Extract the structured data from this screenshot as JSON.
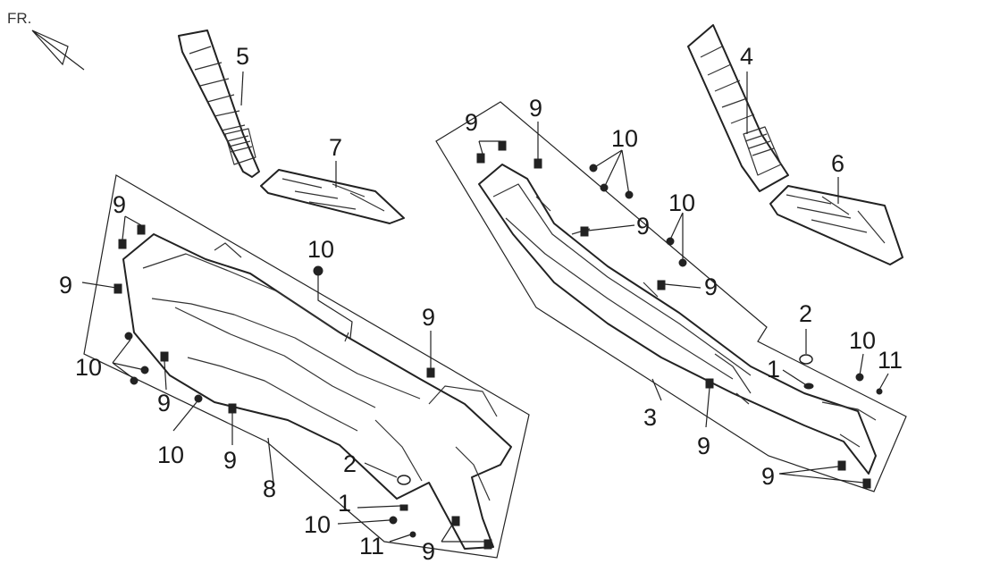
{
  "orientation_label": "FR.",
  "callouts": [
    "1",
    "2",
    "3",
    "4",
    "5",
    "6",
    "7",
    "8",
    "9",
    "10",
    "11"
  ],
  "colors": {
    "line": "#222222",
    "background": "#ffffff"
  }
}
